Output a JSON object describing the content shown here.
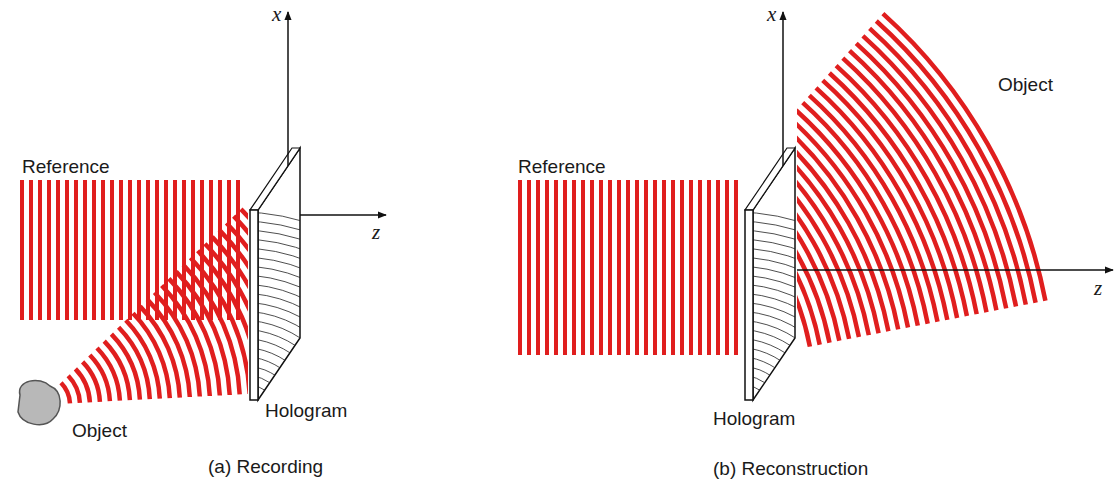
{
  "diagram": {
    "labels": [
      "x",
      "z",
      "Reference",
      "Object",
      "Hologram",
      "(a) Recording",
      "x",
      "z",
      "Reference",
      "Object",
      "Hologram",
      "(b) Reconstruction"
    ]
  }
}
